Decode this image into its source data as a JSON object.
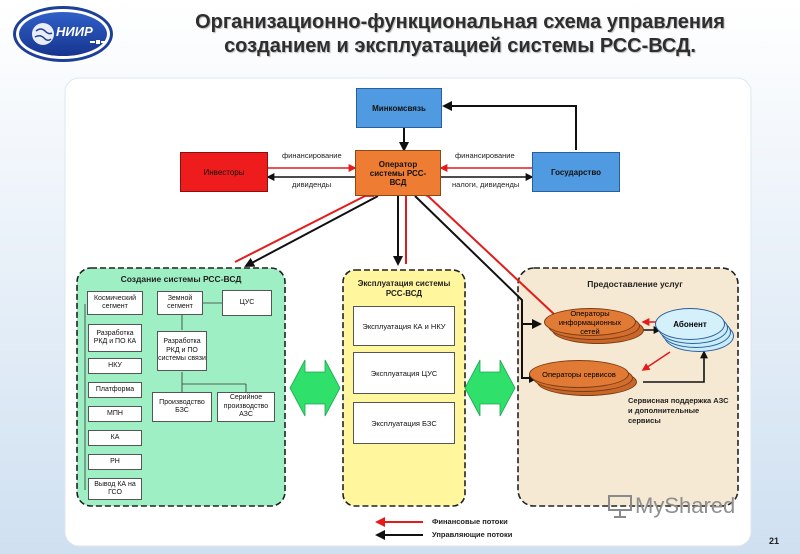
{
  "header": {
    "logo_text": "НИИР",
    "title_line1": "Организационно-функциональная схема управления",
    "title_line2": "созданием и эксплуатацией системы РСС-ВСД."
  },
  "top": {
    "minkom": "Минкомсвязь",
    "investors": "Инвесторы",
    "operator": "Оператор системы РСС-ВСД",
    "state": "Государство",
    "label_fin_left": "финансирование",
    "label_div": "дивиденды",
    "label_fin_right": "финансирование",
    "label_taxes": "налоги, дивиденды"
  },
  "creation": {
    "title": "Создание системы РСС-ВСД",
    "space_segment": "Космический сегмент",
    "ground_segment": "Земной сегмент",
    "tsus": "ЦУС",
    "rkd_ka": "Разработка РКД и ПО КА",
    "rkd_systems": "Разработка РКД и ПО системы связи",
    "nku": "НКУ",
    "platform": "Платформа",
    "mpn": "МПН",
    "ka": "КА",
    "rn": "РН",
    "launch": "Вывод КА на ГСО",
    "bzs_production": "Производство БЗС",
    "azs_production": "Серийное производство АЗС"
  },
  "operation": {
    "title": "Эксплуатация системы РСС-ВСД",
    "item1": "Эксплуатация КА и НКУ",
    "item2": "Эксплуатация ЦУС",
    "item3": "Эксплуатация БЗС"
  },
  "services": {
    "title": "Предоставление услуг",
    "network_ops": "Операторы информационных сетей",
    "subscriber": "Абонент",
    "service_ops": "Операторы сервисов",
    "support": "Сервисная поддержка АЗС и дополнительные сервисы"
  },
  "legend": {
    "financial": "Финансовые потоки",
    "control": "Управляющие потоки"
  },
  "watermark": "MyShared",
  "page_number": "21",
  "colors": {
    "blue_box": "#4f9ae0",
    "red_box": "#ee1c1c",
    "orange_box": "#ee7d33",
    "green_panel": "#99f0c0",
    "yellow_panel": "#fff59a",
    "tan_panel": "#f5e7d0",
    "financial_arrow": "#e31b1b",
    "control_arrow": "#111111"
  }
}
